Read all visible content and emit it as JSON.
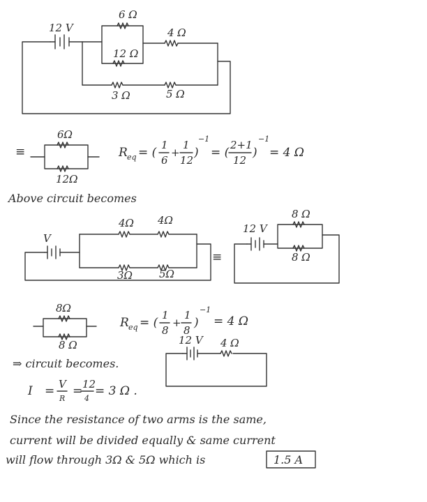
{
  "circuit1": {
    "battery": "12 V",
    "r6": "6 Ω",
    "r12": "12 Ω",
    "r4": "4 Ω",
    "r3": "3 Ω",
    "r5": "5 Ω"
  },
  "step1": {
    "equiv_symbol": "≡",
    "r_top": "6Ω",
    "r_bottom": "12Ω",
    "req_label": "R",
    "req_sub": "eq",
    "eq_part1": "= (",
    "frac1_num": "1",
    "frac1_den": "6",
    "plus": "+",
    "frac2_num": "1",
    "frac2_den": "12",
    "exp": "−1",
    "eq_part2": "= (",
    "frac3_num": "2+1",
    "frac3_den": "12",
    "result": "= 4 Ω"
  },
  "line_above": "Above circuit becomes",
  "circuit2": {
    "battery": "V",
    "r4a": "4Ω",
    "r4b": "4Ω",
    "r3": "3Ω",
    "r5": "5Ω",
    "equiv_symbol": "≡"
  },
  "circuit3": {
    "battery": "12 V",
    "r8a": "8 Ω",
    "r8b": "8 Ω"
  },
  "step2": {
    "r_top": "8Ω",
    "r_bottom": "8 Ω",
    "req_label": "R",
    "req_sub": "eq",
    "frac1_num": "1",
    "frac1_den": "8",
    "plus": "+",
    "frac2_num": "1",
    "frac2_den": "8",
    "exp": "−1",
    "result": "= 4 Ω"
  },
  "circuit4": {
    "arrow_text": "⇒ circuit becomes.",
    "battery": "12 V",
    "r4": "4 Ω"
  },
  "current": {
    "i_label": "I",
    "eq": "=",
    "num_v": "V",
    "den_r": "R",
    "num_12": "12",
    "den_4": "4",
    "result": "= 3 Ω ."
  },
  "conclusion": {
    "line1": "Since the resistance of two arms is the same,",
    "line2": "current will be divided equally & same current",
    "line3": "will flow through 3Ω & 5Ω which is",
    "answer": "1.5 A"
  }
}
